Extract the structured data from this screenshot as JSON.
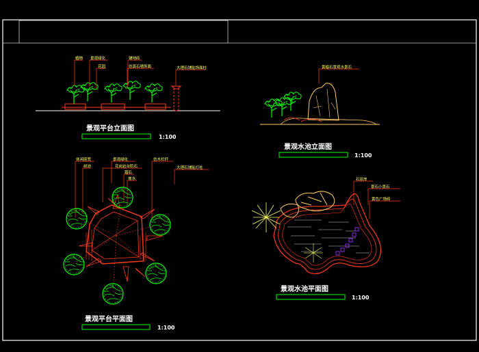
{
  "colors": {
    "background": "#000000",
    "frame": "#ffffff",
    "tree": "#00ff00",
    "tree_yellow": "#ffff66",
    "hardscape": "#ff3b1f",
    "rock": "#ffcc66",
    "underline": "#00ff00",
    "accent_purple": "#8a2be2"
  },
  "drawings": [
    {
      "id": "platform-elevation",
      "title": "景观平台立面图",
      "scale": "1:100",
      "labels": [
        "植物",
        "景观绿化",
        "花园",
        "铺地砖",
        "仿真石墙饰面",
        "大理石铺贴饰面柱"
      ]
    },
    {
      "id": "pool-elevation",
      "title": "景观水池立面图",
      "scale": "1:100",
      "labels": [
        "黄蜡石景观水景石"
      ]
    },
    {
      "id": "platform-plan",
      "title": "景观平台平面图",
      "scale": "1:100",
      "labels": [
        "休闲座凳",
        "树池",
        "景观绿化",
        "花岗岩台阶石",
        "仿木栏杆",
        "踏石",
        "坡水",
        "大理石铺贴灯柱"
      ]
    },
    {
      "id": "pool-plan",
      "title": "景观水池平面图",
      "scale": "1:100",
      "labels": [
        "石驳岸",
        "景石小景石",
        "黄色广场砖"
      ]
    }
  ]
}
